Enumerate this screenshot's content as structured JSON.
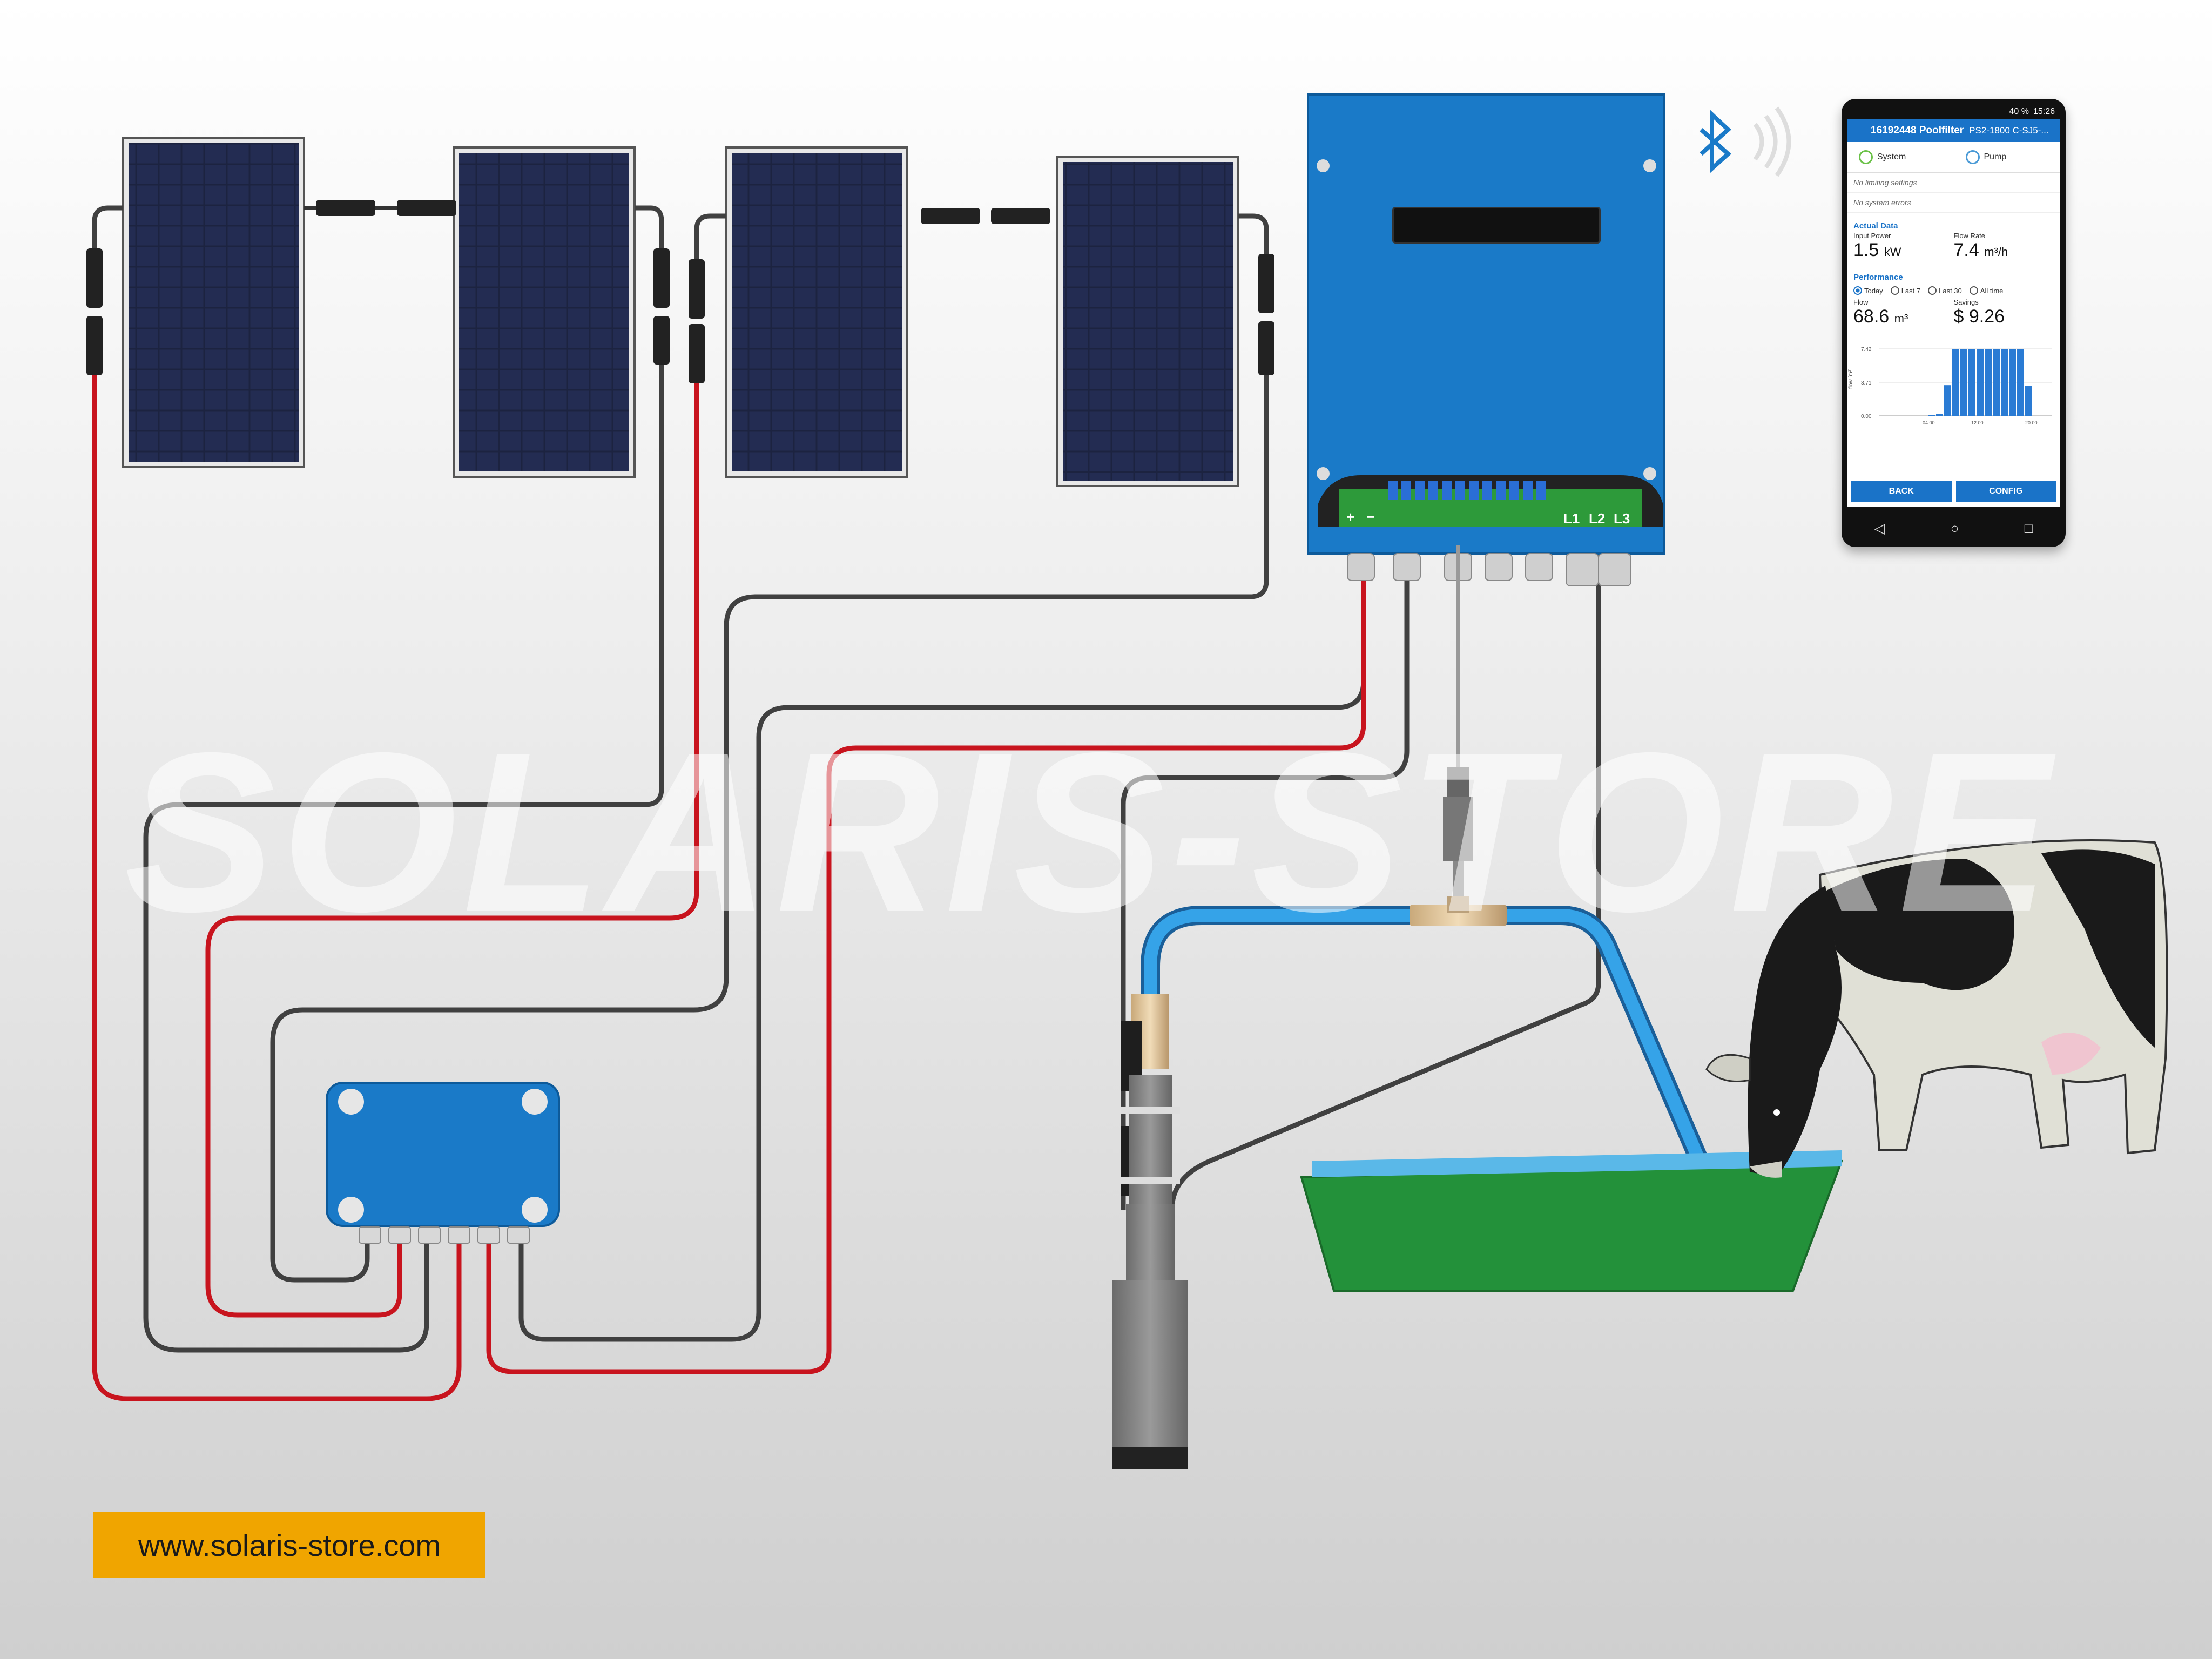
{
  "watermark": {
    "text": "SOLARIS-STORE"
  },
  "website_badge": {
    "text": "www.solaris-store.com",
    "color": "#f0a500"
  },
  "inverter": {
    "color": "#1a7ac8",
    "terminals": [
      "L1",
      "L2",
      "L3"
    ],
    "polarity": [
      "+",
      "−"
    ]
  },
  "connections": {
    "bluetooth_icon": "bluetooth-icon",
    "wire_colors": {
      "positive": "#c8141e",
      "negative": "#404040",
      "phase_yellow": "#e8c21a"
    }
  },
  "phone_app": {
    "status_bar": {
      "battery": "40 %",
      "time": "15:26"
    },
    "app_title": "16192448 Poolfilter",
    "app_subtitle": "PS2-1800 C-SJ5-...",
    "tabs": [
      {
        "label": "System"
      },
      {
        "label": "Pump"
      }
    ],
    "notes": [
      "No limiting settings",
      "No system errors"
    ],
    "actual_data": {
      "title": "Actual Data",
      "input_power_label": "Input Power",
      "input_power_value": "1.5",
      "input_power_unit": "kW",
      "flow_rate_label": "Flow Rate",
      "flow_rate_value": "7.4",
      "flow_rate_unit": "m³/h"
    },
    "performance": {
      "title": "Performance",
      "options": [
        "Today",
        "Last 7",
        "Last 30",
        "All time"
      ],
      "selected": "Today",
      "flow_label": "Flow",
      "flow_value": "68.6",
      "flow_unit": "m³",
      "savings_label": "Savings",
      "savings_value": "$ 9.26"
    },
    "mini_chart": {
      "yticks": [
        "7.42",
        "3.71",
        "0.00"
      ],
      "ylabel": "flow [m³]",
      "xticks": [
        "04:00",
        "12:00",
        "20:00"
      ],
      "values": [
        0.1,
        0.2,
        3.4,
        7.4,
        7.4,
        7.4,
        7.4,
        7.4,
        7.4,
        7.4,
        7.4,
        7.4,
        3.3
      ]
    },
    "buttons": {
      "back": "BACK",
      "config": "CONFIG"
    },
    "nav": [
      "◁",
      "○",
      "□"
    ]
  }
}
